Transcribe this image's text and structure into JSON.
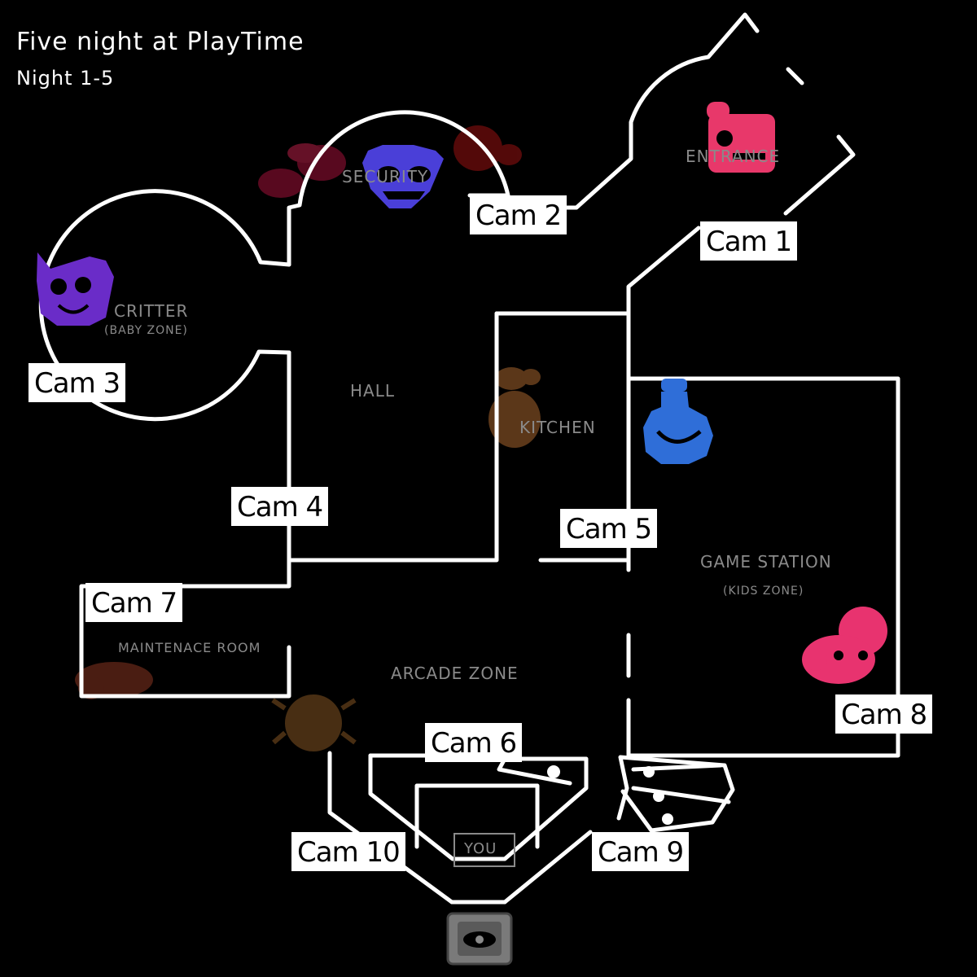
{
  "title": "Five night at PlayTime",
  "subtitle": "Night 1-5",
  "cameras": [
    {
      "id": "cam1",
      "label": "Cam 1"
    },
    {
      "id": "cam2",
      "label": "Cam 2"
    },
    {
      "id": "cam3",
      "label": "Cam 3"
    },
    {
      "id": "cam4",
      "label": "Cam 4"
    },
    {
      "id": "cam5",
      "label": "Cam 5"
    },
    {
      "id": "cam6",
      "label": "Cam 6"
    },
    {
      "id": "cam7",
      "label": "Cam 7"
    },
    {
      "id": "cam8",
      "label": "Cam 8"
    },
    {
      "id": "cam9",
      "label": "Cam 9"
    },
    {
      "id": "cam10",
      "label": "Cam 10"
    }
  ],
  "rooms": {
    "entrance": "ENTRANCE",
    "security": "SECURITY",
    "critter": "CRITTER",
    "critter_sub": "(BABY ZONE)",
    "hall": "HALL",
    "kitchen": "KITCHEN",
    "game_station": "GAME STATION",
    "game_station_sub": "(KIDS ZONE)",
    "maintenance": "MAINTENACE ROOM",
    "arcade": "ARCADE ZONE",
    "you": "YOU"
  },
  "characters": [
    {
      "name": "entrance-character",
      "color": "#e8386a"
    },
    {
      "name": "security-character",
      "color": "#4a3fd8"
    },
    {
      "name": "critter-character",
      "color": "#6a2cc8"
    },
    {
      "name": "kitchen-character",
      "color": "#7a4a22"
    },
    {
      "name": "game-station-character",
      "color": "#2f6ed8"
    },
    {
      "name": "kids-zone-character",
      "color": "#e8336f"
    },
    {
      "name": "maintenance-character",
      "color": "#6a2a1a"
    },
    {
      "name": "arcade-character",
      "color": "#5a3a18"
    }
  ],
  "colors": {
    "background": "#000000",
    "walls": "#ffffff",
    "room_label": "#8a8a8a"
  }
}
